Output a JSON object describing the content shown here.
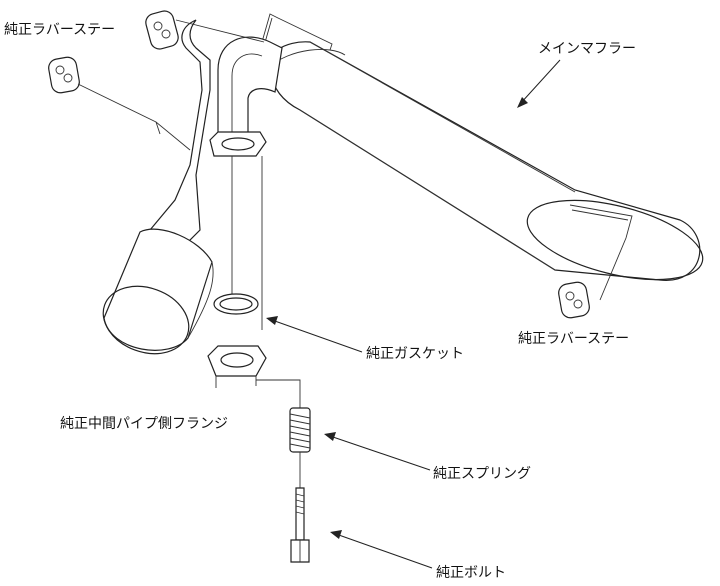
{
  "labels": {
    "rubber_stay_top": "純正ラバーステー",
    "main_muffler": "メインマフラー",
    "rubber_stay_bottom": "純正ラバーステー",
    "gasket": "純正ガスケット",
    "flange": "純正中間パイプ側フランジ",
    "spring": "純正スプリング",
    "bolt": "純正ボルト"
  }
}
